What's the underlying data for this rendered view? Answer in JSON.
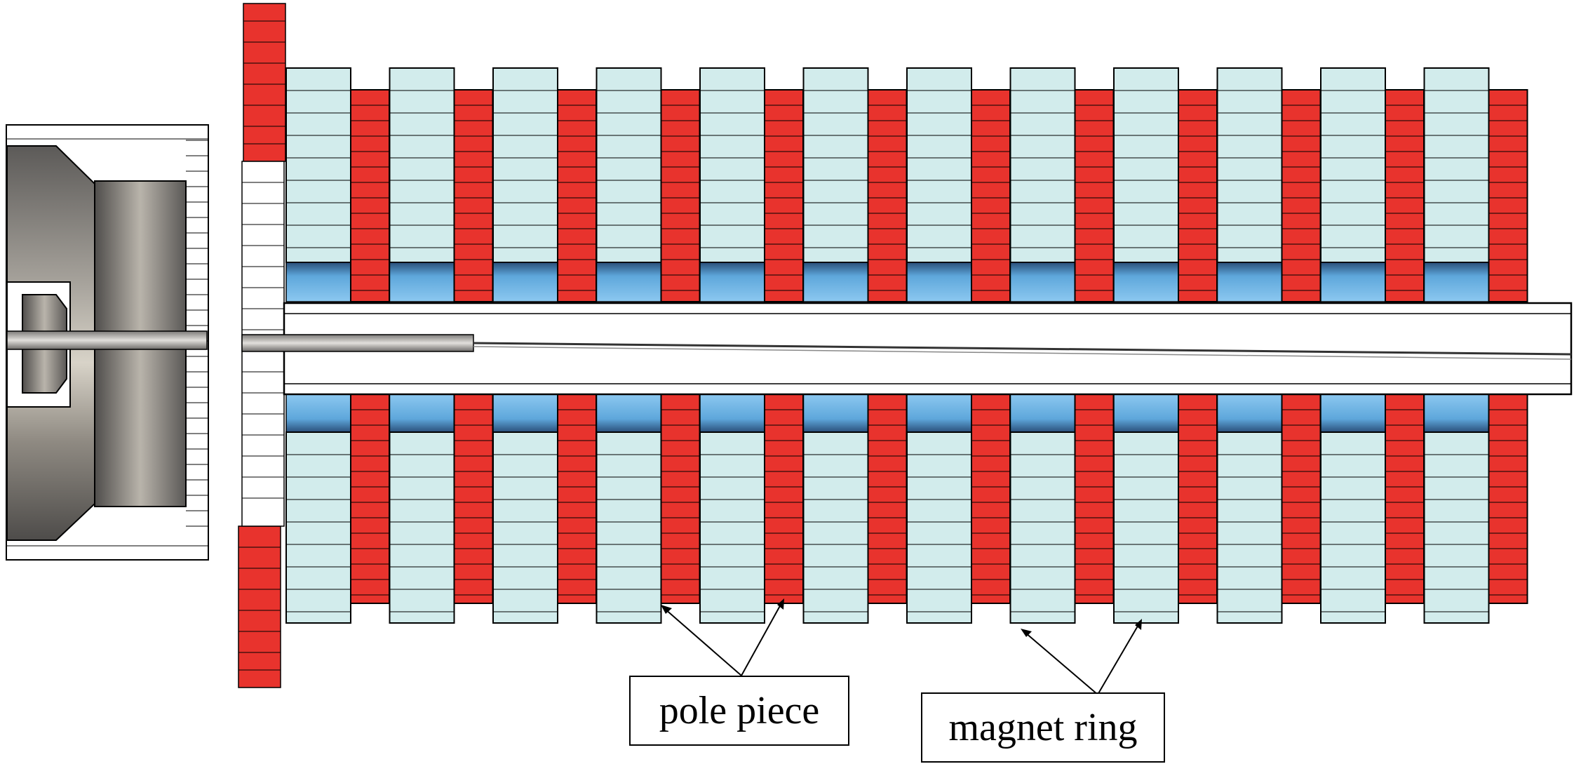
{
  "labels": {
    "pole_piece": "pole piece",
    "magnet_ring": "magnet ring"
  },
  "colors": {
    "pole_piece": "#e8332d",
    "magnet_ring": "#d2ecec",
    "bore_gap": "#5ea7db",
    "outline": "#000000",
    "tube": "#ffffff",
    "flange": "#e8332d"
  },
  "icons": {
    "gun": "electron-gun-assembly",
    "tube": "drift-tube"
  }
}
